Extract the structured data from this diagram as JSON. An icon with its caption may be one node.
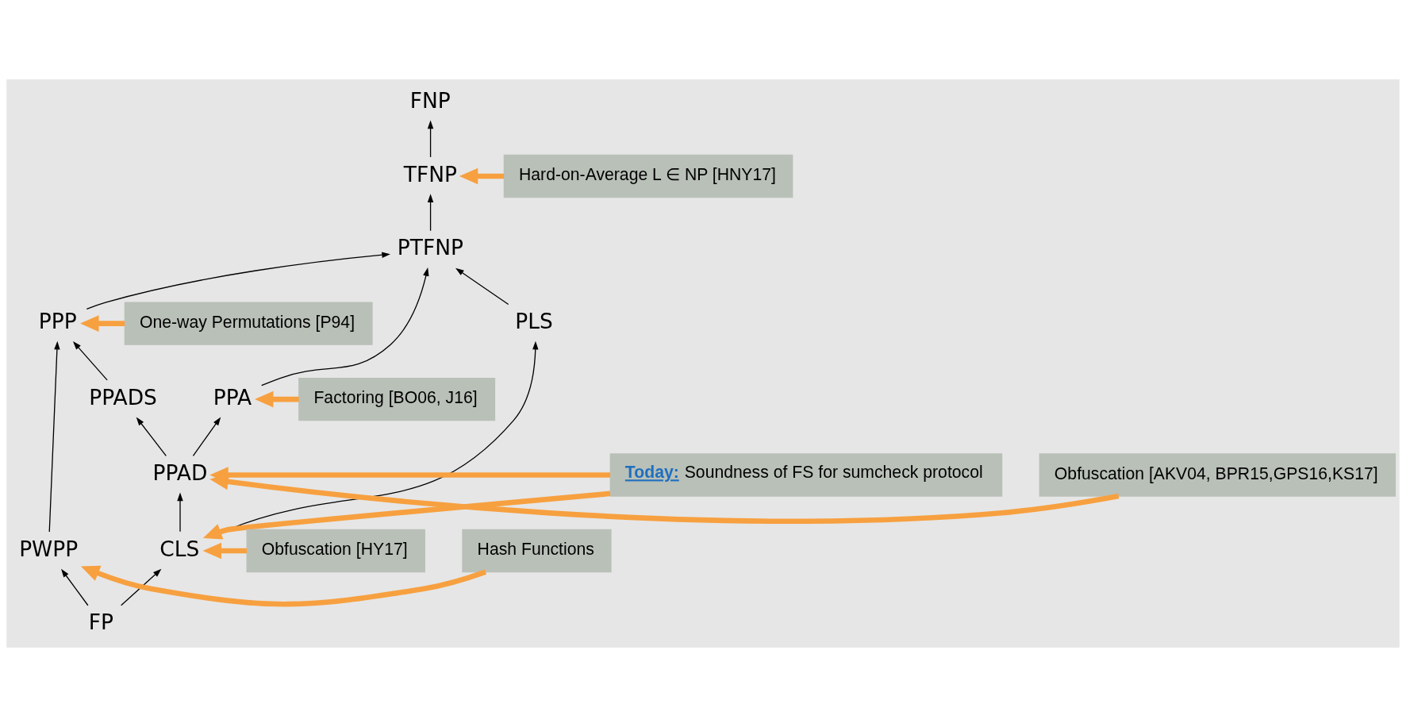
{
  "diagram": {
    "nodes": [
      {
        "text": [
          "FNP"
        ]
      },
      {
        "text": [
          "TFNP"
        ]
      },
      {
        "text": [
          "PTFNP"
        ]
      },
      {
        "text": [
          "PPA"
        ]
      },
      {
        "text": [
          "PPP"
        ]
      },
      {
        "text": [
          "PLS"
        ]
      },
      {
        "text": [
          "PPADS"
        ]
      },
      {
        "text": [
          "PPAD"
        ]
      },
      {
        "text": [
          "PWPP"
        ]
      },
      {
        "text": [
          "CLS"
        ]
      },
      {
        "text": [
          "FP"
        ]
      },
      {
        "text": [
          "Hard-on-Average L ∈ NP [HNY17]"
        ]
      },
      {
        "text": [
          "One-way Permutations [P94]"
        ]
      },
      {
        "text": [
          "Factoring [BO06, J16]"
        ]
      },
      {
        "text": [
          "**Today:** Soundness of FS for sumcheck protocol"
        ]
      },
      {
        "text": [
          "Hash Functions"
        ]
      },
      {
        "text": [
          "Obfuscation [HY17]"
        ]
      },
      {
        "text": [
          "Obfuscation [AKV04, BPR15,GPS16,KS17]"
        ]
      }
    ],
    "edges": [
      {
        "from": 1,
        "to": 0,
        "arrow": "to"
      },
      {
        "from": 2,
        "to": 1,
        "arrow": "to"
      },
      {
        "from": 3,
        "to": 2,
        "arrow": "to"
      },
      {
        "from": 4,
        "to": 2,
        "arrow": "to"
      },
      {
        "from": 5,
        "to": 2,
        "arrow": "to"
      },
      {
        "from": 7,
        "to": 3,
        "arrow": "to"
      },
      {
        "from": 6,
        "to": 4,
        "arrow": "to"
      },
      {
        "from": 8,
        "to": 4,
        "arrow": "to"
      },
      {
        "from": 7,
        "to": 6,
        "arrow": "to"
      },
      {
        "from": 9,
        "to": 5,
        "arrow": "to"
      },
      {
        "from": 9,
        "to": 7,
        "arrow": "to"
      },
      {
        "from": 10,
        "to": 9,
        "arrow": "to"
      },
      {
        "from": 10,
        "to": 8,
        "arrow": "to"
      },
      {
        "from": 11,
        "to": 1,
        "arrow": "to",
        "style": "thick",
        "color": "#f7a040"
      },
      {
        "from": 12,
        "to": 4,
        "arrow": "to",
        "style": "thick",
        "color": "#f7a040"
      },
      {
        "from": 13,
        "to": 3,
        "arrow": "to",
        "style": "thick",
        "color": "#f7a040"
      },
      {
        "from": 14,
        "to": 7,
        "arrow": "to",
        "style": "thick",
        "color": "#f7a040"
      },
      {
        "from": 14,
        "to": 9,
        "arrow": "to",
        "style": "thick",
        "color": "#f7a040"
      },
      {
        "from": 15,
        "to": 8,
        "arrow": "to",
        "style": "thick",
        "color": "#f7a040"
      },
      {
        "from": 16,
        "to": 9,
        "arrow": "to",
        "style": "thick",
        "color": "#f7a040"
      },
      {
        "from": 17,
        "to": 7,
        "arrow": "to",
        "style": "thick",
        "color": "#f7a040"
      }
    ]
  }
}
